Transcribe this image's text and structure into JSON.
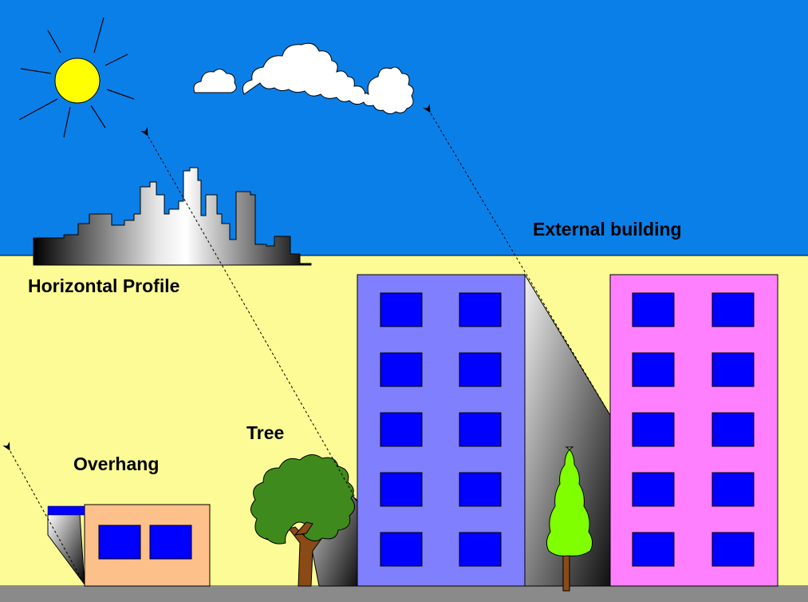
{
  "labels": {
    "horizontal_profile": "Horizontal Profile",
    "external_building": "External building",
    "tree": "Tree",
    "overhang": "Overhang"
  },
  "colors": {
    "sky": "#0a7fe8",
    "ground": "#fdfb95",
    "road": "#8a8a8a",
    "sun": "#ffff00",
    "building_purple": "#8080ff",
    "building_pink": "#ff80ff",
    "house": "#fdc08a",
    "window": "#0000ff",
    "overhang_bar": "#0000ff",
    "tree_dark": "#3f8a1c",
    "tree_light": "#80ff00",
    "trunk": "#8a4a16"
  }
}
